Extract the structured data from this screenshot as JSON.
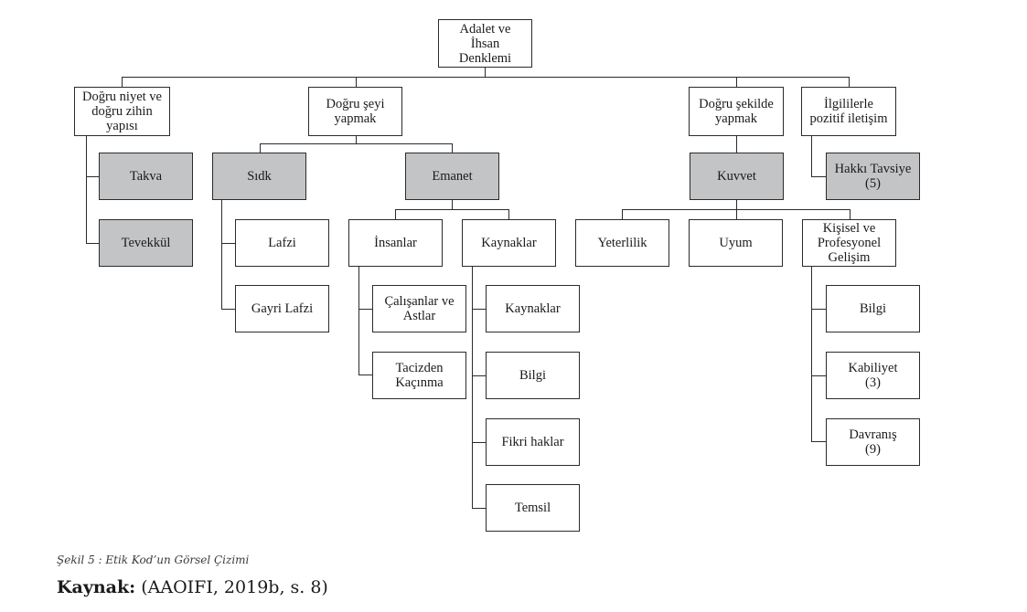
{
  "diagram": {
    "root": "Adalet ve\nİhsan\nDenklemi",
    "level1": {
      "dogru_niyet": "Doğru niyet ve\ndoğru zihin\nyapısı",
      "dogru_seyi": "Doğru şeyi\nyapmak",
      "dogru_sekilde": "Doğru şekilde\nyapmak",
      "ilgililerle": "İlgililerle\npozitif iletişim"
    },
    "niyet_children": {
      "takva": "Takva",
      "tevekkul": "Tevekkül"
    },
    "seyi_children": {
      "sidk": "Sıdk",
      "emanet": "Emanet"
    },
    "sidk_children": {
      "lafzi": "Lafzi",
      "gayri_lafzi": "Gayri Lafzi"
    },
    "emanet_children": {
      "insanlar": "İnsanlar",
      "kaynaklar": "Kaynaklar"
    },
    "insanlar_children": {
      "calisanlar": "Çalışanlar ve\nAstlar",
      "tacizden": "Tacizden\nKaçınma"
    },
    "kaynaklar_children": {
      "kaynaklar": "Kaynaklar",
      "bilgi": "Bilgi",
      "fikri": "Fikri haklar",
      "temsil": "Temsil"
    },
    "sekilde_children": {
      "kuvvet": "Kuvvet"
    },
    "kuvvet_children": {
      "yeterlilik": "Yeterlilik",
      "uyum": "Uyum",
      "kisisel": "Kişisel ve\nProfesyonel\nGelişim"
    },
    "kisisel_children": {
      "bilgi": "Bilgi",
      "kabiliyet": "Kabiliyet\n(3)",
      "davranis": "Davranış\n(9)"
    },
    "iletisim_children": {
      "hakki_tavsiye": "Hakkı Tavsiye\n(5)"
    }
  },
  "caption": "Şekil 5 : Etik Kod’un Görsel Çizimi",
  "source": {
    "label": "Kaynak:",
    "text": "(AAOIFI, 2019b, s. 8)"
  },
  "colors": {
    "shaded_box": "#c3c4c6",
    "line": "#2b2b2b"
  }
}
